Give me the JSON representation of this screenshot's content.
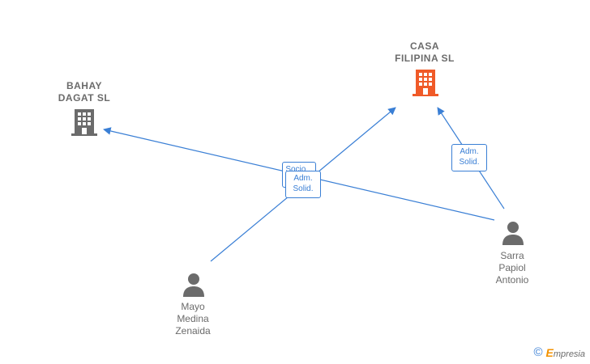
{
  "nodes": {
    "bahay": {
      "label": "BAHAY\nDAGAT SL",
      "type": "company",
      "color": "#6b6b6b"
    },
    "casa": {
      "label": "CASA\nFILIPINA  SL",
      "type": "company",
      "color": "#f05a28"
    },
    "mayo": {
      "label": "Mayo\nMedina\nZenaida",
      "type": "person",
      "color": "#6b6b6b"
    },
    "sarra": {
      "label": "Sarra\nPapiol\nAntonio",
      "type": "person",
      "color": "#6b6b6b"
    }
  },
  "edges": {
    "socio": {
      "label": "Socio..."
    },
    "adm_center": {
      "label": "Adm.\nSolid."
    },
    "adm_right": {
      "label": "Adm.\nSolid."
    }
  },
  "edge_color": "#3a7fd5",
  "brand": {
    "copyright": "©",
    "e": "E",
    "rest": "mpresia"
  }
}
